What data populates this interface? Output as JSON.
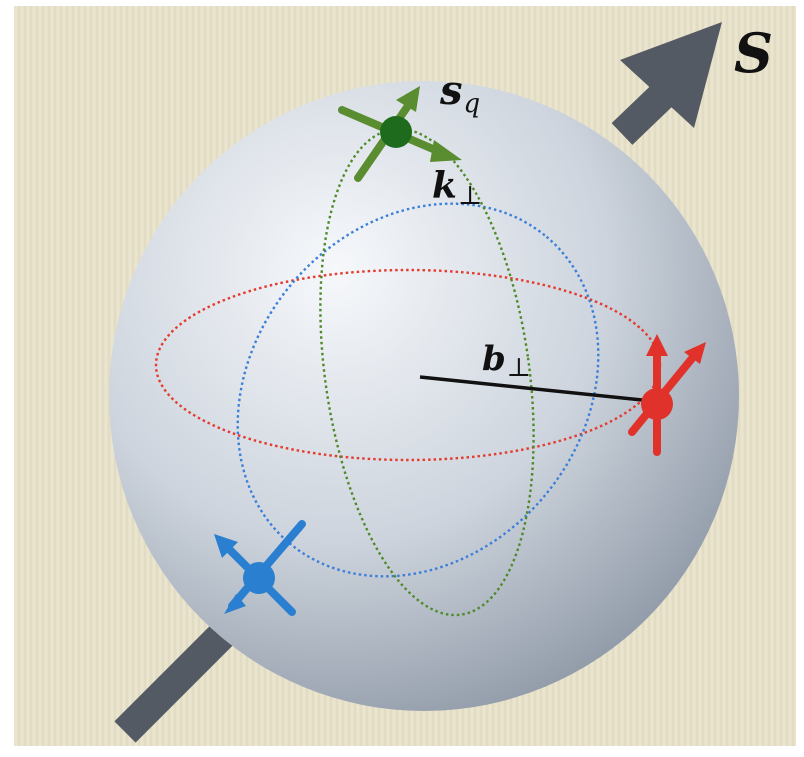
{
  "labels": {
    "spin_total": "S",
    "quark_spin_main": "s",
    "quark_spin_sub": "q",
    "transverse_momentum_main": "k",
    "transverse_momentum_sub": "⊥",
    "impact_parameter_main": "b",
    "impact_parameter_sub": "⊥"
  },
  "colors": {
    "background": "#e7e1ca",
    "paper_texture": "#d8d0b4",
    "sphere_light": "#f4f6fa",
    "sphere_dark": "#8e98a6",
    "spin_axis": "#545a63",
    "orbit_red": "#e53a2e",
    "orbit_blue": "#3b7fd8",
    "orbit_green": "#4f8a2a",
    "quark_green": "#1e6b1e",
    "arrow_green": "#5a8c30",
    "quark_red": "#e0322a",
    "quark_blue": "#2a7fd0",
    "impact_line": "#111111"
  },
  "icons": {
    "nucleon": "sphere",
    "spin_axis": "thick-arrow",
    "quark": "dot-with-crossed-arrows"
  }
}
